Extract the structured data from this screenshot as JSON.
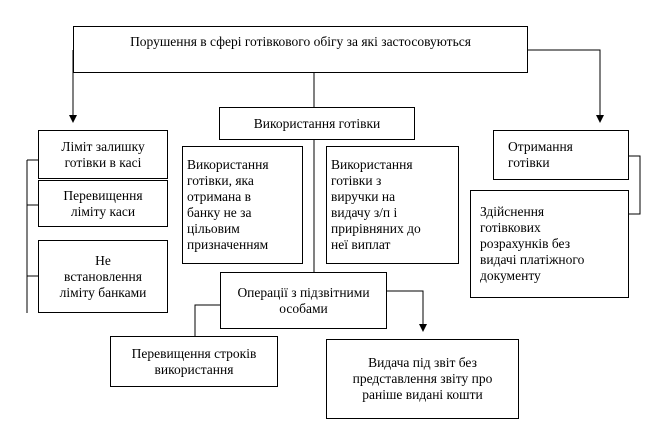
{
  "diagram": {
    "root": "Порушення в сфері готівкового обігу за які застосовуються",
    "cash_usage": "Використання готівки",
    "limit_title": "Ліміт залишку\nготівки в касі",
    "limit_excess": "Перевищення\nліміту каси",
    "limit_not_set": "Не\nвстановлення\nліміту банками",
    "misuse": "Використання\nготівки, яка\nотримана в\nбанку не за\nцільовим\nпризначенням",
    "revenue_usage": "Використання\nготівки з\nвиручки на\nвидачу з/п і\nприрівняних до\nнеї виплат",
    "receipt": "Отримання\nготівки",
    "no_document": "Здійснення\nготівкових\nрозрахунків без\nвидачі платіжного\nдокументу",
    "advance_ops": "Операції з підзвітними\nособами",
    "overdue": "Перевищення строків\nвикористання",
    "no_report": "Видача під звіт без\nпредставлення звіту про\nраніше видані кошти"
  }
}
